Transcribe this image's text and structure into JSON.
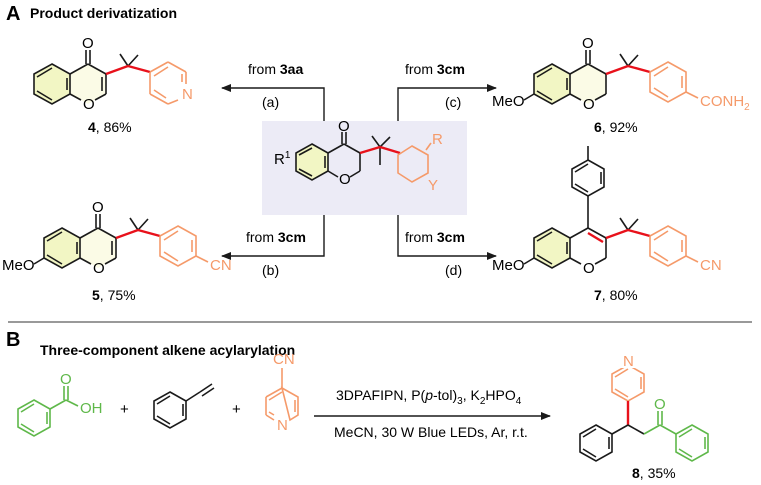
{
  "colors": {
    "bond": "#1a1a1a",
    "highlight_bond": "#e8111b",
    "heteroaryl": "#f59a6a",
    "acid": "#5fb84a",
    "benzo_fill": "#f2f6c4",
    "pyranone_fill": "#fbfbe6",
    "center_box": "#ecebf6",
    "divider": "#999999"
  },
  "panel_a": {
    "letter": "A",
    "title": "Product derivatization",
    "center": {
      "r1": "R",
      "r1_sup": "1",
      "o_keto": "O",
      "o_ring": "O",
      "r": "R",
      "y": "Y"
    },
    "arrows": {
      "a": {
        "label": "(a)",
        "from_text": "from ",
        "from_cpd": "3aa"
      },
      "b": {
        "label": "(b)",
        "from_text": "from ",
        "from_cpd": "3cm"
      },
      "c": {
        "label": "(c)",
        "from_text": "from ",
        "from_cpd": "3cm"
      },
      "d": {
        "label": "(d)",
        "from_text": "from ",
        "from_cpd": "3cm"
      }
    },
    "products": {
      "p4": {
        "number": "4",
        "yield": ", 86%",
        "o_keto": "O",
        "o_ring": "O",
        "n": "N"
      },
      "p5": {
        "number": "5",
        "yield": ", 75%",
        "o_keto": "O",
        "o_ring": "O",
        "meo": "MeO",
        "cn": "CN"
      },
      "p6": {
        "number": "6",
        "yield": ", 92%",
        "o_keto": "O",
        "o_ring": "O",
        "meo": "MeO",
        "amide": "CONH",
        "amide_sub": "2"
      },
      "p7": {
        "number": "7",
        "yield": ", 80%",
        "o_ring": "O",
        "meo": "MeO",
        "cn": "CN"
      }
    }
  },
  "panel_b": {
    "letter": "B",
    "title": "Three-component alkene acylarylation",
    "acid": {
      "o": "O",
      "oh": "OH"
    },
    "plus": "+",
    "cn_reagent": {
      "cn": "CN",
      "n": "N"
    },
    "conditions_line1": {
      "a": "3DPAFIPN, P(",
      "b": "p",
      "c": "-tol)",
      "d": "3",
      "e": ", K",
      "f": "2",
      "g": "HPO",
      "h": "4"
    },
    "conditions_line2": "MeCN, 30 W Blue LEDs, Ar, r.t.",
    "product": {
      "number": "8",
      "yield": ", 35%",
      "o": "O",
      "n": "N"
    }
  }
}
